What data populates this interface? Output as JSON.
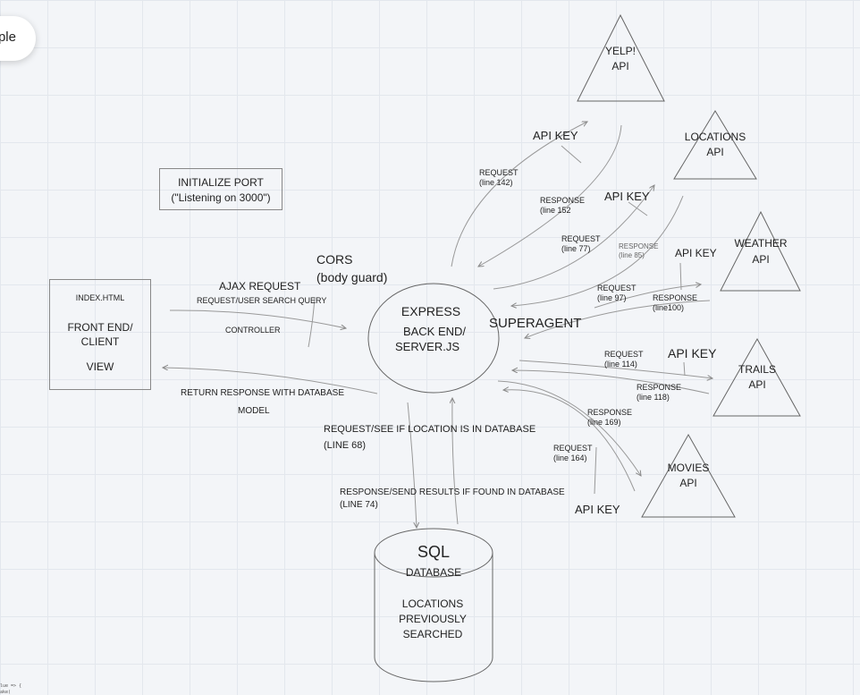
{
  "pill": {
    "label": "ple"
  },
  "code_snippet": [
    "lue => {",
    "ake("
  ],
  "init_port": {
    "line1": "INITIALIZE PORT",
    "line2": "(\"Listening on 3000\")"
  },
  "client": {
    "file": "INDEX.HTML",
    "line1": "FRONT END/",
    "line2": "CLIENT",
    "view": "VIEW"
  },
  "ajax": {
    "title": "AJAX REQUEST",
    "query": "REQUEST/USER SEARCH QUERY",
    "controller": "CONTROLLER",
    "return": "RETURN RESPONSE WITH DATABASE",
    "model": "MODEL"
  },
  "cors": {
    "line1": "CORS",
    "line2": "(body guard)"
  },
  "express": {
    "line1": "EXPRESS",
    "line2": "BACK END/",
    "line3": "SERVER.JS"
  },
  "superagent": "SUPERAGENT",
  "db_flow": {
    "req1": "REQUEST/SEE IF LOCATION IS IN DATABASE",
    "req2": "(LINE 68)",
    "res1": "RESPONSE/SEND RESULTS IF FOUND IN DATABASE",
    "res2": "(LINE 74)"
  },
  "sql": {
    "title": "SQL",
    "sub": "DATABASE",
    "line1": "LOCATIONS",
    "line2": "PREVIOUSLY",
    "line3": "SEARCHED"
  },
  "apis": {
    "yelp": {
      "line1": "YELP!",
      "line2": "API"
    },
    "locations": {
      "line1": "LOCATIONS",
      "line2": "API"
    },
    "weather": {
      "line1": "WEATHER",
      "line2": "API"
    },
    "trails": {
      "line1": "TRAILS",
      "line2": "API"
    },
    "movies": {
      "line1": "MOVIES",
      "line2": "API"
    }
  },
  "api_key_label": "API KEY",
  "requests": {
    "yelp": {
      "label": "REQUEST",
      "line": "(line 142)"
    },
    "locations": {
      "label": "REQUEST",
      "line": "(line 77)"
    },
    "weather": {
      "label": "REQUEST",
      "line": "(line 97)"
    },
    "trails": {
      "label": "REQUEST",
      "line": "(line 114)"
    },
    "movies": {
      "label": "REQUEST",
      "line": "(line 164)"
    }
  },
  "responses": {
    "yelp": {
      "label": "RESPONSE",
      "line": "(line 152"
    },
    "locations": {
      "label": "RESPONSE",
      "line": "(line 85)"
    },
    "weather": {
      "label": "RESPONSE",
      "line": "(line100)"
    },
    "trails": {
      "label": "RESPONSE",
      "line": "(line 118)"
    },
    "movies": {
      "label": "RESPONSE",
      "line": "(line 169)"
    }
  }
}
